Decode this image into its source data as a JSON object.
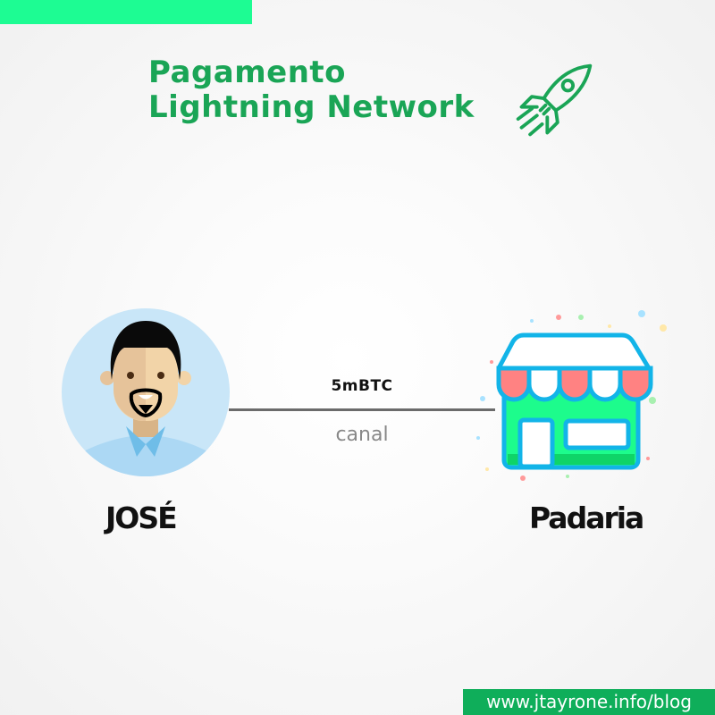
{
  "title": {
    "line1": "Pagamento",
    "line2": "Lightning Network"
  },
  "channel": {
    "amount": "5mBTC",
    "label": "canal"
  },
  "nodes": {
    "left": "JOSÉ",
    "right": "Padaria"
  },
  "footer": {
    "url": "www.jtayrone.info/blog"
  },
  "colors": {
    "accent": "#1aa556",
    "topbar": "#1dfc93",
    "footer": "#0fae5a"
  },
  "icons": {
    "rocket": "rocket-icon",
    "person": "person-avatar",
    "shop": "shop-icon"
  }
}
